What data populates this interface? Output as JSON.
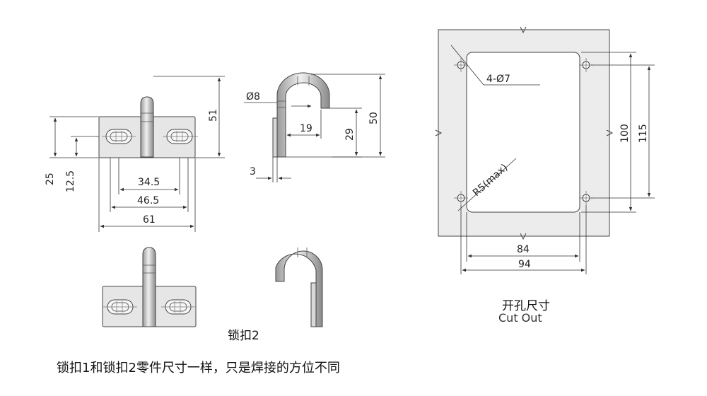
{
  "front_view": {
    "dims": {
      "d25": "25",
      "d12_5": "12.5",
      "d34_5": "34.5",
      "d46_5": "46.5",
      "d61": "61",
      "d51": "51"
    }
  },
  "side_view": {
    "dims": {
      "phi8": "Ø8",
      "d19": "19",
      "d29": "29",
      "d50": "50",
      "d3": "3"
    }
  },
  "cutout": {
    "dims": {
      "holes": "4-Ø7",
      "radius": "R5(max)",
      "d100": "100",
      "d115": "115",
      "d84": "84",
      "d94": "94"
    },
    "title_cn": "开孔尺寸",
    "title_en": "Cut Out"
  },
  "captions": {
    "part2": "锁扣2",
    "note": "锁扣1和锁扣2零件尺寸一样，只是焊接的方位不同"
  },
  "colors": {
    "part_fill": "#e4e4e4",
    "pin_fill": "#cfcfcf",
    "panel_fill": "#ececec",
    "line": "#333333"
  }
}
